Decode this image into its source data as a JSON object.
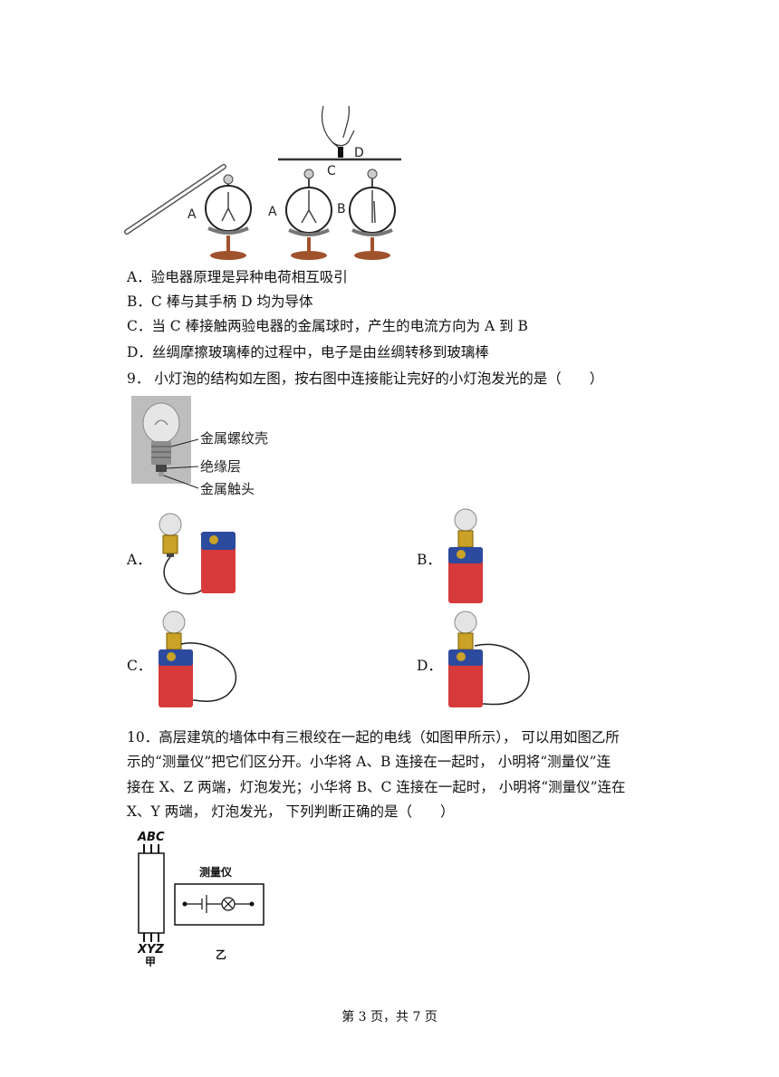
{
  "figure8": {
    "labels": {
      "a_left": "A",
      "a_mid": "A",
      "b": "B",
      "c": "C",
      "d": "D"
    }
  },
  "q8_options": [
    "A．验电器原理是异种电荷相互吸引",
    "B．C 棒与其手柄 D 均为导体",
    "C．当 C 棒接触两验电器的金属球时，产生的电流方向为 A 到 B",
    "D．丝绸摩擦玻璃棒的过程中，电子是由丝绸转移到玻璃棒"
  ],
  "q9": {
    "stem": "9． 小灯泡的结构如左图，按右图中连接能让完好的小灯泡发光的是（　　）",
    "bulb_labels": [
      "金属螺纹壳",
      "绝缘层",
      "金属触头"
    ],
    "options": [
      "A．",
      "B．",
      "C．",
      "D．"
    ]
  },
  "q10": {
    "lines": [
      "10．高层建筑的墙体中有三根绞在一起的电线（如图甲所示），  可以用如图乙所",
      "示的“测量仪”把它们区分开。小华将 A、B 连接在一起时， 小明将“测量仪”连",
      "接在 X、Z 两端，灯泡发光；小华将 B、C 连接在一起时， 小明将“测量仪”连在",
      "X、Y 两端， 灯泡发光， 下列判断正确的是（　　）"
    ],
    "fig_jia": {
      "top": "ABC",
      "bottom": "XYZ",
      "caption": "甲"
    },
    "fig_yi": {
      "title": "测量仪",
      "caption": "乙"
    }
  },
  "footer": "第 3 页，共 7 页",
  "colors": {
    "battery_red": "#d63a3a",
    "battery_blue": "#2c4a9e",
    "base_brown": "#a0522d",
    "brass": "#c9a227"
  }
}
